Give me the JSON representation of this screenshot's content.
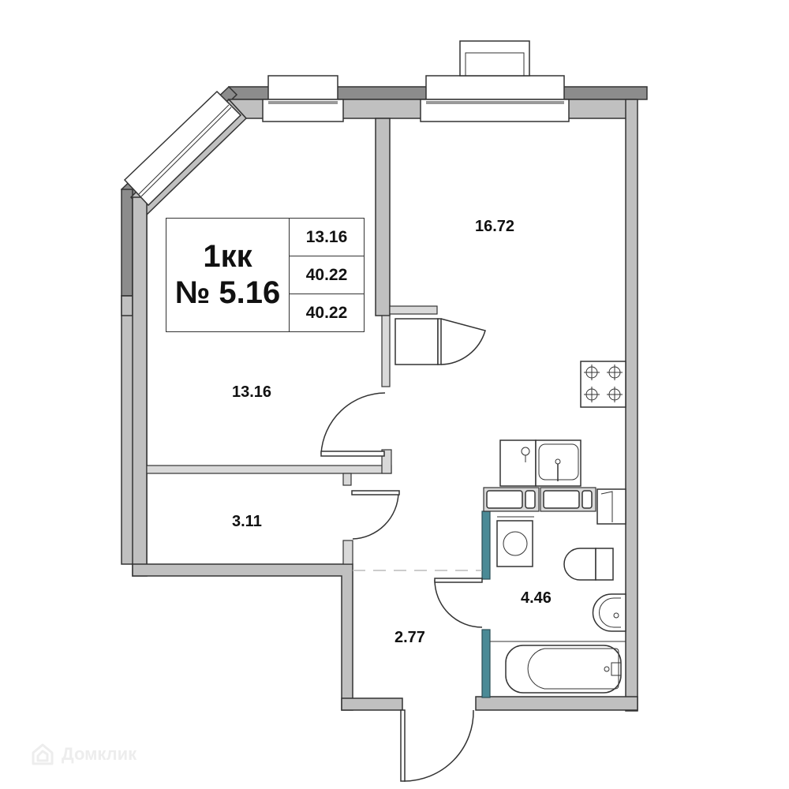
{
  "apartment": {
    "type": "1кк",
    "number": "№ 5.16",
    "areas": {
      "living": "13.16",
      "total": "40.22",
      "total_with_balcony": "40.22"
    }
  },
  "rooms": [
    {
      "id": "kitchen-living",
      "area": "16.72"
    },
    {
      "id": "bedroom",
      "area": "13.16"
    },
    {
      "id": "storage",
      "area": "3.11"
    },
    {
      "id": "bathroom",
      "area": "4.46"
    },
    {
      "id": "hallway",
      "area": "2.77"
    }
  ],
  "colors": {
    "interior_wall": "#c0c0c0",
    "exterior_wall": "#8c8c8c",
    "plumbing_wall": "#4a8a96"
  },
  "watermark": {
    "text": "Домклик",
    "icon": "house-logo-icon"
  }
}
